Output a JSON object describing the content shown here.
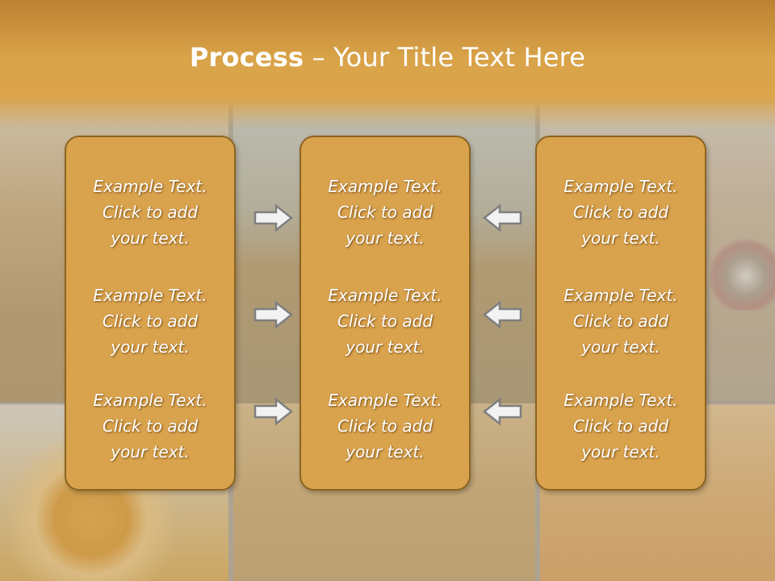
{
  "title": {
    "bold": "Process",
    "rest": " – Your Title Text Here"
  },
  "columns": {
    "left": {
      "items": [
        {
          "l1": "Example Text.",
          "l2": "Click  to add",
          "l3": "your text."
        },
        {
          "l1": "Example Text.",
          "l2": "Click  to add",
          "l3": "your text."
        },
        {
          "l1": "Example Text.",
          "l2": "Click  to add",
          "l3": "your text."
        }
      ]
    },
    "center": {
      "items": [
        {
          "l1": "Example Text.",
          "l2": "Click  to add",
          "l3": "your text."
        },
        {
          "l1": "Example Text.",
          "l2": "Click  to add",
          "l3": "your text."
        },
        {
          "l1": "Example Text.",
          "l2": "Click  to add",
          "l3": "your text."
        }
      ]
    },
    "right": {
      "items": [
        {
          "l1": "Example Text.",
          "l2": "Click  to add",
          "l3": "your text."
        },
        {
          "l1": "Example Text.",
          "l2": "Click  to add",
          "l3": "your text."
        },
        {
          "l1": "Example Text.",
          "l2": "Click  to add",
          "l3": "your text."
        }
      ]
    }
  },
  "arrows": {
    "left_side": "arrow-right-icon",
    "right_side": "arrow-left-icon"
  },
  "colors": {
    "header": "#d9a349",
    "box_fill": "#d9a24d",
    "box_border": "#8c6421",
    "text": "#ffffff",
    "arrow_fill": "#f2f2f2",
    "arrow_stroke": "#7f7f7f"
  }
}
